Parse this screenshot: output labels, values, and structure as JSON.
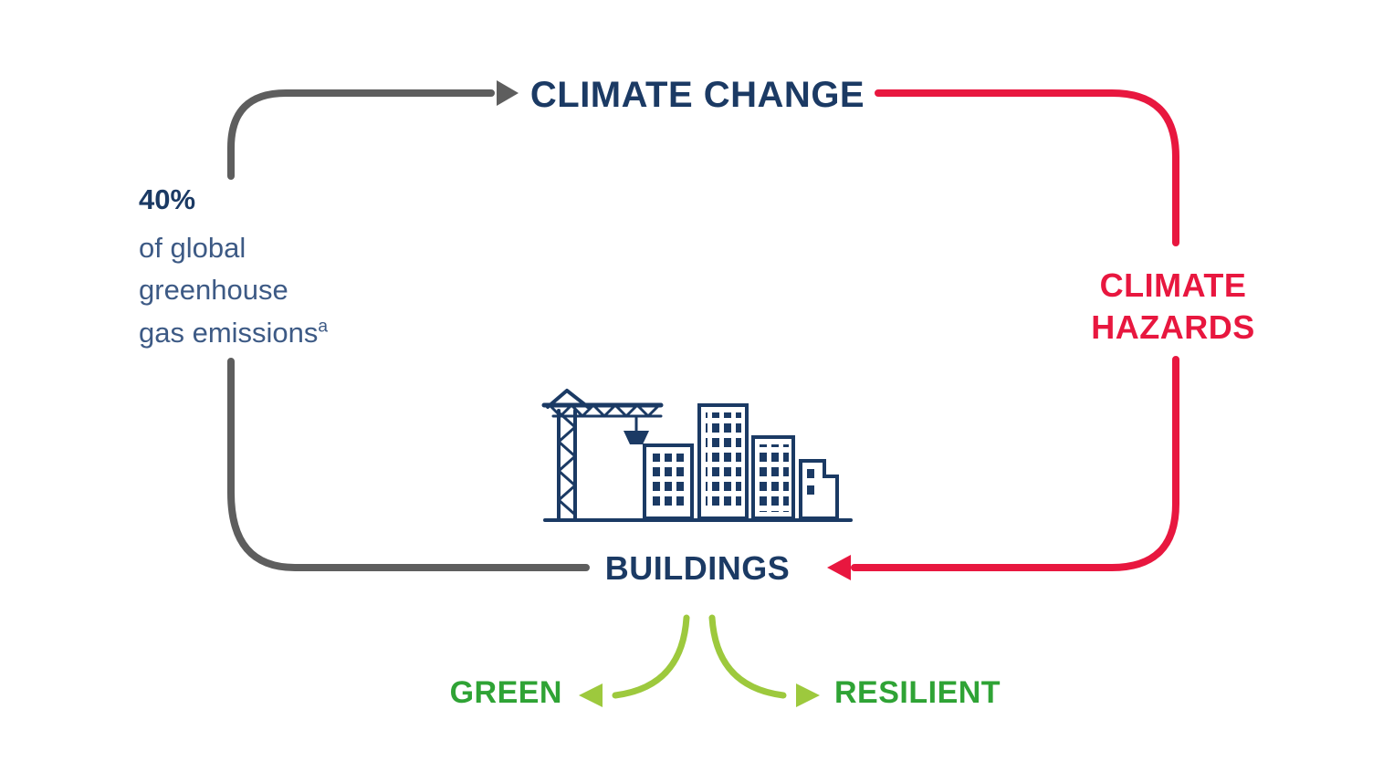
{
  "colors": {
    "navy": "#1b3a64",
    "slate": "#3d5a85",
    "red": "#e8173f",
    "gray": "#5e5e5e",
    "green": "#2fa335",
    "lightgreen": "#9dc93d"
  },
  "diagram": {
    "climate_change": "CLIMATE CHANGE",
    "climate_hazards_line1": "CLIMATE",
    "climate_hazards_line2": "HAZARDS",
    "buildings": "BUILDINGS",
    "green": "GREEN",
    "resilient": "RESILIENT",
    "stat_value": "40%",
    "stat_lines": [
      "of global",
      "greenhouse",
      "gas emissions"
    ],
    "stat_superscript": "a"
  },
  "icons": {
    "buildings_icon": "construction-crane-and-city-buildings",
    "arrow_into_climate_change": "right-arrowhead",
    "arrow_into_buildings": "left-arrowhead",
    "arrow_green_left": "left-arrowhead",
    "arrow_green_right": "right-arrowhead"
  }
}
